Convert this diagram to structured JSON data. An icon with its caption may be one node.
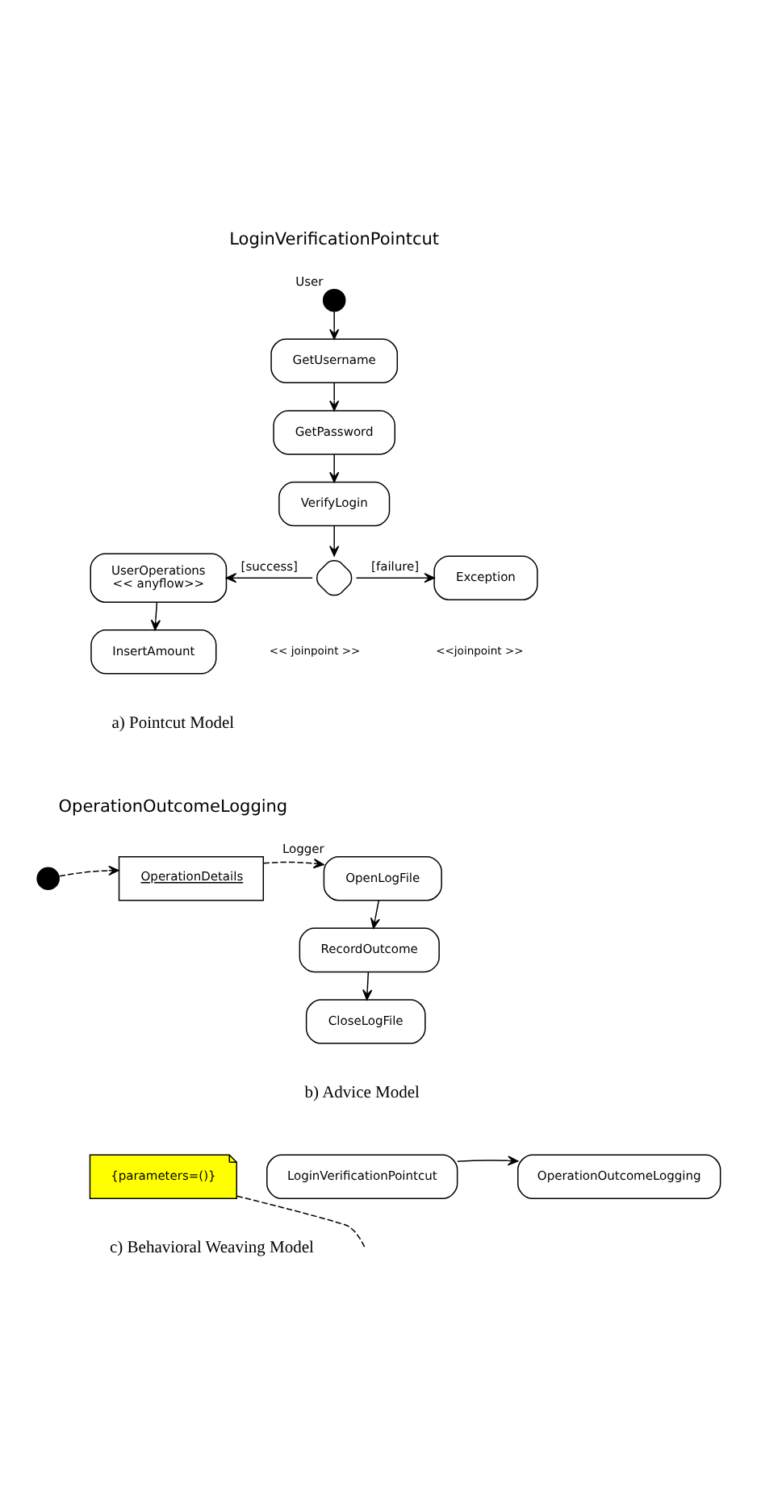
{
  "diagram": {
    "nodes": [
      {
        "text": [],
        "shape": "circle",
        "beside": [
          "User"
        ]
      },
      {
        "text": [
          "GetUsername"
        ]
      },
      {
        "text": [
          "GetPassword"
        ]
      },
      {
        "text": [
          "VerifyLogin"
        ]
      },
      {
        "text": [],
        "shape": "diamond"
      },
      {
        "text": [
          "UserOperations",
          "<< anyflow>>"
        ]
      },
      {
        "text": [
          "Exception"
        ]
      },
      {
        "text": [
          "InsertAmount"
        ]
      },
      {
        "text": [],
        "shape": "circle"
      },
      {
        "text": [
          "OperationDetails"
        ]
      },
      {
        "text": [
          "OpenLogFile"
        ],
        "beside": [
          "Logger"
        ]
      },
      {
        "text": [
          "RecordOutcome"
        ]
      },
      {
        "text": [
          "CloseLogFile"
        ]
      },
      {
        "text": [
          "LoginVerificationPointcut"
        ]
      },
      {
        "text": [
          "OperationOutcomeLogging"
        ]
      },
      {
        "text": [
          "{parameters=()}"
        ]
      }
    ],
    "edges": [
      {
        "from": 0,
        "to": 1,
        "arrow": "to"
      },
      {
        "from": 1,
        "to": 2,
        "arrow": "to"
      },
      {
        "from": 2,
        "to": 3,
        "arrow": "to"
      },
      {
        "from": 3,
        "to": 4,
        "arrow": "to"
      },
      {
        "from": 4,
        "to": 5,
        "arrow": "to",
        "label": "[success]"
      },
      {
        "from": 4,
        "to": 6,
        "arrow": "to",
        "label": "[failure]"
      },
      {
        "from": 5,
        "to": 7,
        "arrow": "to"
      },
      {
        "from": 8,
        "to": 9,
        "arrow": "to",
        "style": "dashed"
      },
      {
        "from": 9,
        "to": 10,
        "arrow": "to",
        "style": "dashed"
      },
      {
        "from": 10,
        "to": 11,
        "arrow": "to"
      },
      {
        "from": 11,
        "to": 12,
        "arrow": "to"
      },
      {
        "from": 13,
        "to": 14,
        "arrow": "to"
      },
      {
        "from": 15,
        "to": null,
        "arrow": "none",
        "style": "dashed"
      }
    ],
    "labels": [
      "LoginVerificationPointcut",
      "<<joinpoint >>",
      "<< joinpoint >>",
      "a) Pointcut Model",
      "OperationOutcomeLogging",
      "b) Advice Model",
      "c) Behavioral Weaving Model"
    ]
  }
}
